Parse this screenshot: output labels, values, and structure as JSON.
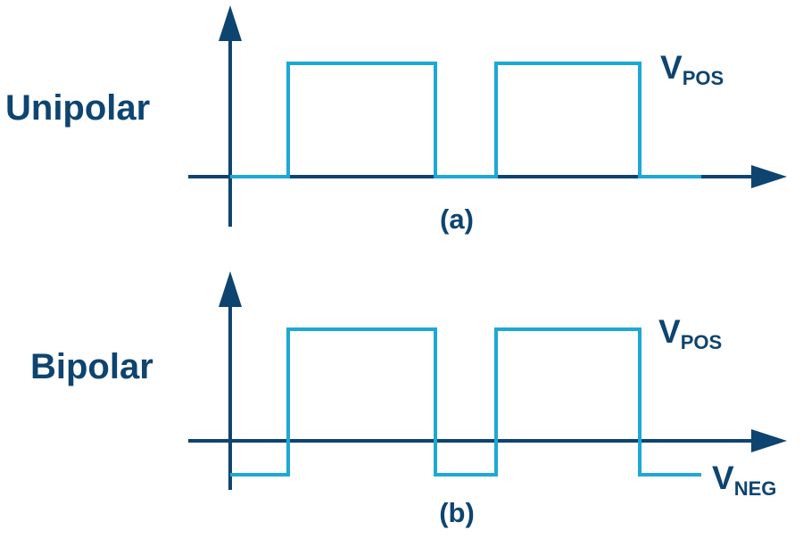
{
  "colors": {
    "axis": "#0e4470",
    "waveform": "#1ea8d4",
    "text": "#0e4470"
  },
  "panels": {
    "unipolar": {
      "label": "Unipolar",
      "caption": "(a)",
      "vpos": {
        "main": "V",
        "sub": "POS"
      }
    },
    "bipolar": {
      "label": "Bipolar",
      "caption": "(b)",
      "vpos": {
        "main": "V",
        "sub": "POS"
      },
      "vneg": {
        "main": "V",
        "sub": "NEG"
      }
    }
  }
}
